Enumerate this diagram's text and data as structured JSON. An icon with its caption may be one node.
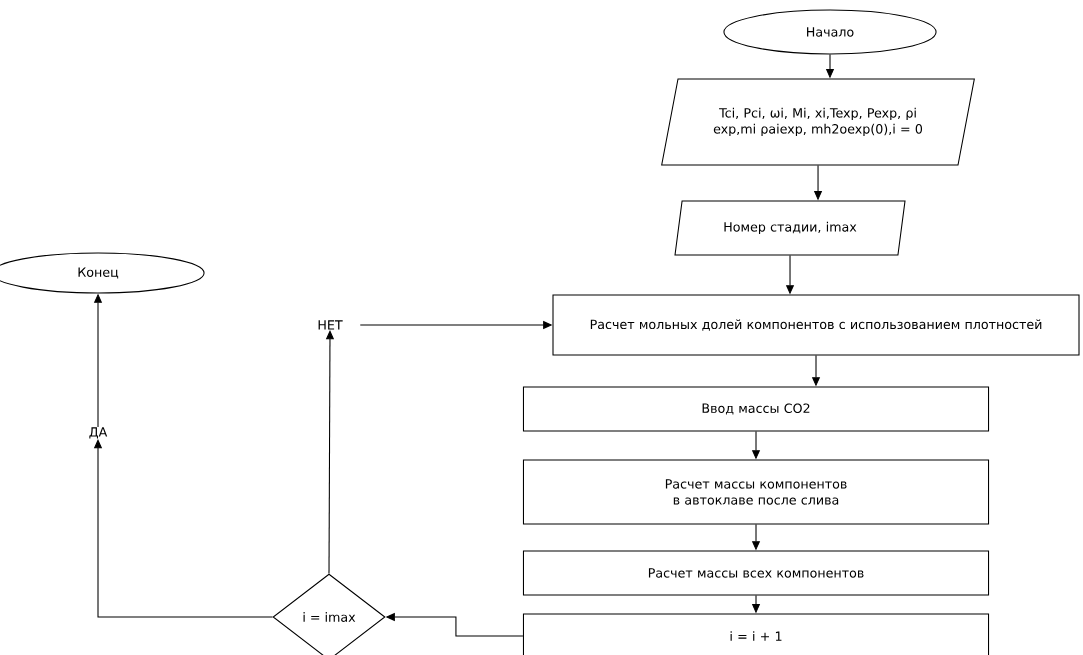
{
  "diagram": {
    "nodes": [
      {
        "text": [
          "Начало"
        ]
      },
      {
        "text": [
          "Tci, Pci, ωi, Mi, xi,Texp, Pexp, ρi exp,mi ρaiexp, mh2oexp(0),i = 0"
        ]
      },
      {
        "text": [
          "Номер стадии, imax"
        ]
      },
      {
        "text": [
          "Расчет мольных долей компонентов с использованием плотностей"
        ]
      },
      {
        "text": [
          "Ввод массы CO2"
        ]
      },
      {
        "text": [
          "Расчет массы компонентов в автоклаве после слива"
        ]
      },
      {
        "text": [
          "Расчет массы всех компонентов"
        ]
      },
      {
        "text": [
          "i = i + 1"
        ]
      },
      {
        "text": [
          "i = imax"
        ]
      },
      {
        "text": [
          "Конец"
        ]
      },
      {
        "text": [
          "НЕТ"
        ]
      },
      {
        "text": [
          "ДА"
        ]
      }
    ],
    "edges": [
      {
        "from": 0,
        "to": 1,
        "arrow": "to"
      },
      {
        "from": 1,
        "to": 2,
        "arrow": "to"
      },
      {
        "from": 2,
        "to": 3,
        "arrow": "to"
      },
      {
        "from": 3,
        "to": 4,
        "arrow": "to"
      },
      {
        "from": 4,
        "to": 5,
        "arrow": "to"
      },
      {
        "from": 5,
        "to": 6,
        "arrow": "to"
      },
      {
        "from": 6,
        "to": 7,
        "arrow": "to"
      },
      {
        "from": 7,
        "to": 8,
        "arrow": "to"
      },
      {
        "from": 8,
        "to": 10,
        "arrow": "to"
      },
      {
        "from": 10,
        "to": 3,
        "arrow": "to"
      },
      {
        "from": 8,
        "to": 11,
        "arrow": "to"
      },
      {
        "from": 11,
        "to": 9,
        "arrow": "to"
      }
    ]
  }
}
